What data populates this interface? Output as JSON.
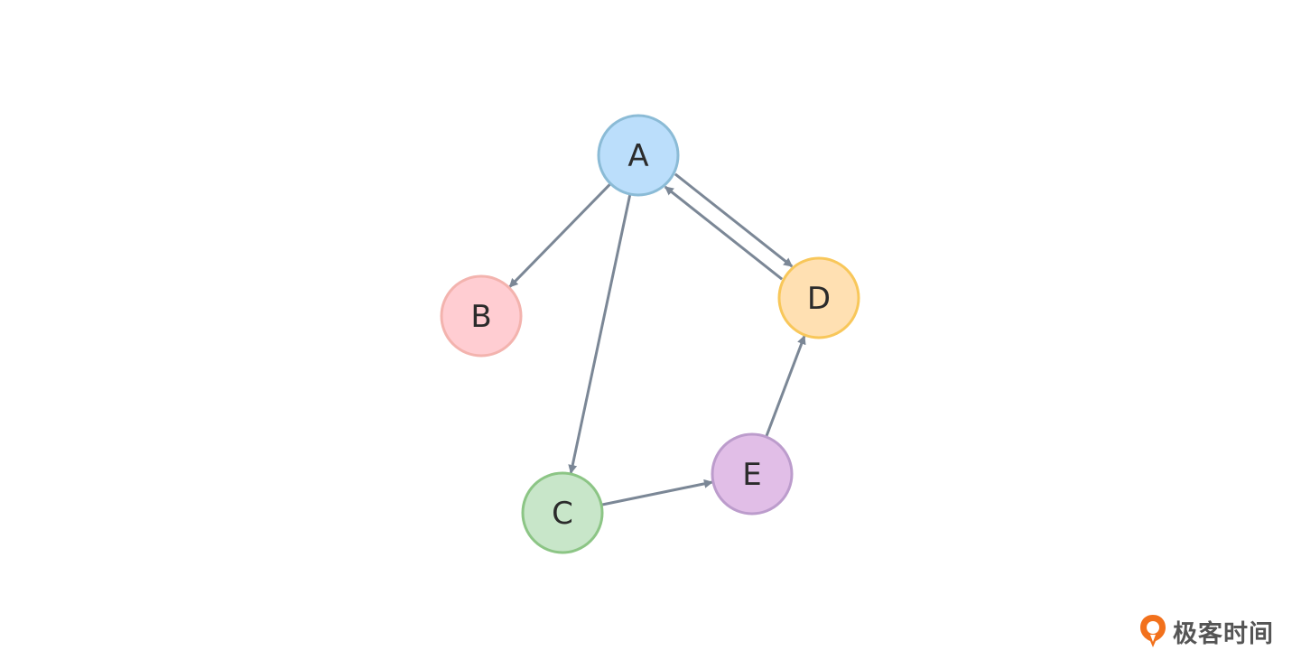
{
  "nodes": [
    {
      "id": "A",
      "label": "A",
      "fill": "#bbdefb",
      "stroke": "#8bbbd6"
    },
    {
      "id": "B",
      "label": "B",
      "fill": "#ffcdd2",
      "stroke": "#f3b3ae"
    },
    {
      "id": "C",
      "label": "C",
      "fill": "#c8e6c9",
      "stroke": "#8cc585"
    },
    {
      "id": "D",
      "label": "D",
      "fill": "#ffe0b2",
      "stroke": "#f8c75a"
    },
    {
      "id": "E",
      "label": "E",
      "fill": "#e1bee7",
      "stroke": "#bc9ccc"
    }
  ],
  "edges": [
    {
      "from": "A",
      "to": "B"
    },
    {
      "from": "A",
      "to": "C"
    },
    {
      "from": "A",
      "to": "D"
    },
    {
      "from": "D",
      "to": "A"
    },
    {
      "from": "C",
      "to": "E"
    },
    {
      "from": "E",
      "to": "D"
    }
  ],
  "edge_color": "#7b8796",
  "watermark": {
    "text": "极客时间",
    "logo_color": "#f2711c"
  }
}
